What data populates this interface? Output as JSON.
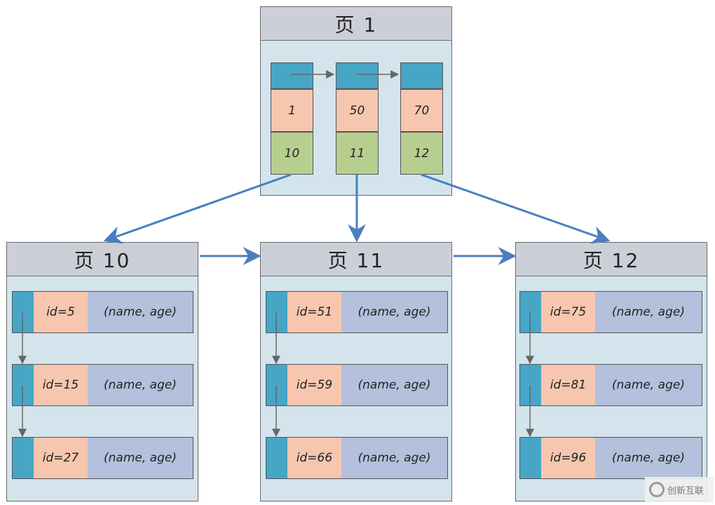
{
  "root": {
    "title": "页 1",
    "entries": [
      {
        "key": "1",
        "child": "10"
      },
      {
        "key": "50",
        "child": "11"
      },
      {
        "key": "70",
        "child": "12"
      }
    ]
  },
  "leaves": [
    {
      "title": "页 10",
      "records": [
        {
          "id": "id=5",
          "data": "(name, age)"
        },
        {
          "id": "id=15",
          "data": "(name, age)"
        },
        {
          "id": "id=27",
          "data": "(name, age)"
        }
      ]
    },
    {
      "title": "页 11",
      "records": [
        {
          "id": "id=51",
          "data": "(name, age)"
        },
        {
          "id": "id=59",
          "data": "(name, age)"
        },
        {
          "id": "id=66",
          "data": "(name, age)"
        }
      ]
    },
    {
      "title": "页 12",
      "records": [
        {
          "id": "id=75",
          "data": "(name, age)"
        },
        {
          "id": "id=81",
          "data": "(name, age)"
        },
        {
          "id": "id=96",
          "data": "(name, age)"
        }
      ]
    }
  ],
  "watermark": {
    "text": "创新互联"
  },
  "colors": {
    "pointer": "#47a6c6",
    "key": "#f7c6ae",
    "child": "#b7cf8e",
    "data": "#b4c0dc",
    "arrow": "#4a7ec0"
  }
}
